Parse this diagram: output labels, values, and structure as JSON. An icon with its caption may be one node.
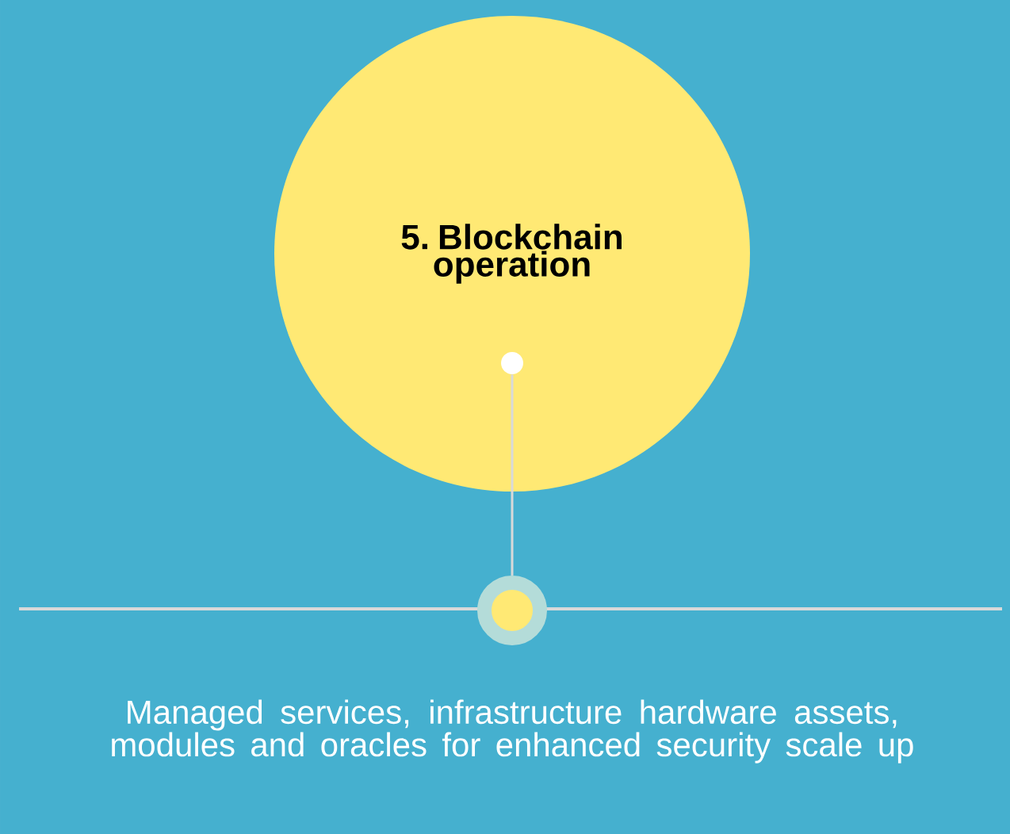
{
  "diagram": {
    "nodes": [
      {
        "text": [
          "5. Blockchain operation"
        ]
      },
      {
        "text": [],
        "shape": "circle",
        "in": 0
      },
      {
        "text": [],
        "shape": "circle"
      }
    ],
    "edges": [
      {
        "from": 1,
        "to": 2,
        "arrow": "none"
      }
    ],
    "labels": [
      "Managed services, infrastructure hardware assets, modules and oracles for enhanced security scale up"
    ]
  }
}
